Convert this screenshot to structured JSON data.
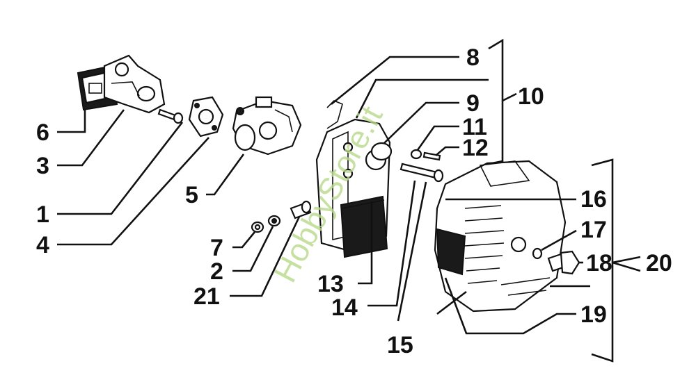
{
  "diagram": {
    "title": "exploded-parts-view",
    "watermark": "HobbyStore.it",
    "labels": [
      "1",
      "2",
      "3",
      "4",
      "5",
      "6",
      "7",
      "8",
      "9",
      "10",
      "11",
      "12",
      "13",
      "14",
      "15",
      "16",
      "17",
      "18",
      "19",
      "20",
      "21"
    ],
    "colors": {
      "ink": "#111111",
      "watermark": "#b9d98a",
      "background": "#ffffff"
    }
  }
}
